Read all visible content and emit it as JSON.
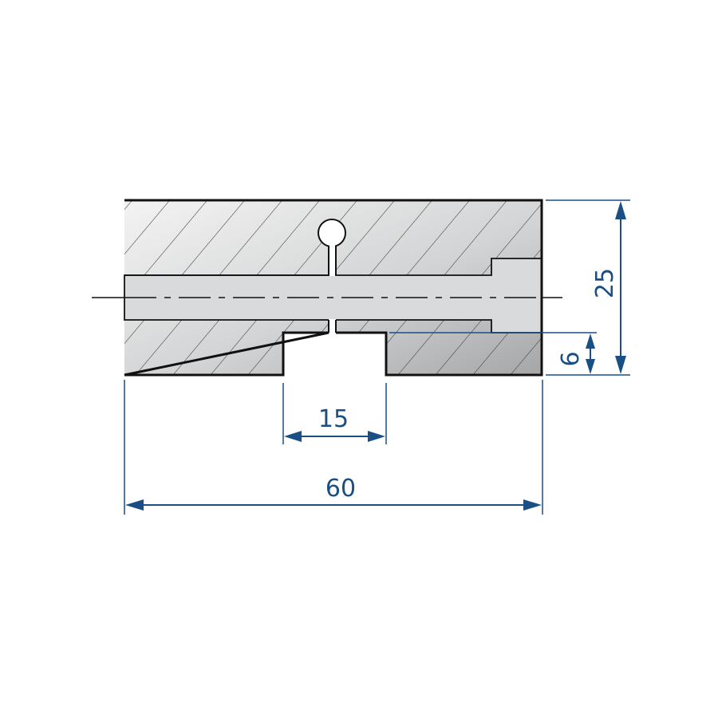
{
  "dimensions": {
    "overall_width": "60",
    "slot_width": "15",
    "overall_height": "25",
    "slot_depth": "6"
  },
  "colors": {
    "dimension": "#1a4f86",
    "outline": "#111111",
    "bore": "#d9dadb",
    "body_light": "#f2f2f2",
    "body_dark": "#a7a9ab"
  }
}
